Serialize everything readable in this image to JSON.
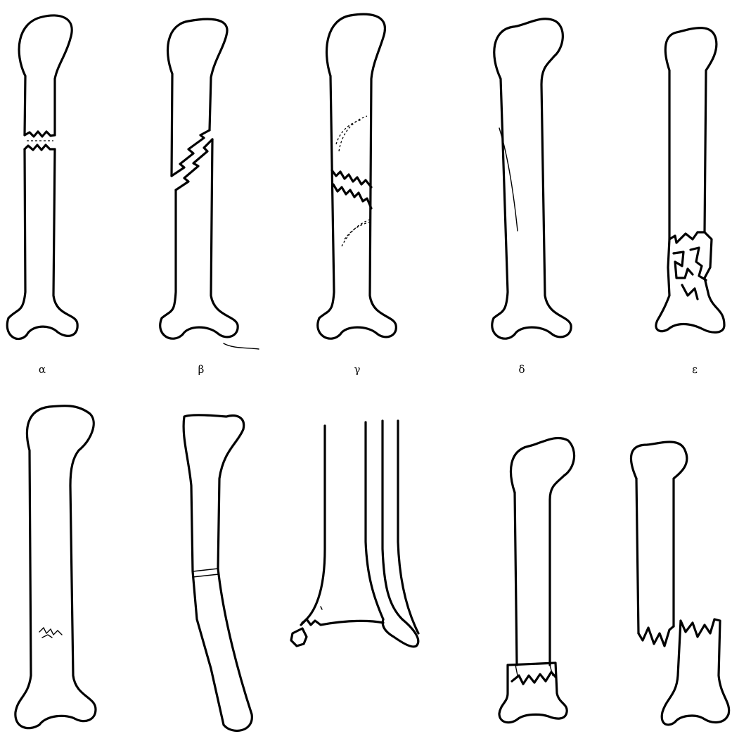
{
  "labels": {
    "a": "α",
    "b": "β",
    "c": "γ",
    "d": "δ",
    "e": "ε"
  },
  "colors": {
    "ink": "#000000",
    "paper": "#ffffff"
  }
}
